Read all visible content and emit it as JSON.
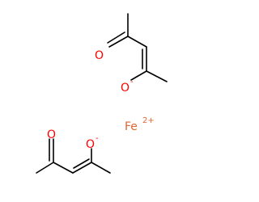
{
  "molecule": {
    "ligand_top": {
      "carbonyl_oxygen": {
        "symbol": "O"
      },
      "enolate_oxygen": {
        "symbol": "O",
        "charge": "-"
      }
    },
    "ligand_bottom": {
      "carbonyl_oxygen": {
        "symbol": "O"
      },
      "enolate_oxygen": {
        "symbol": "O",
        "charge": "-"
      }
    },
    "metal_ion": {
      "symbol": "Fe",
      "charge": "2+"
    }
  },
  "colors": {
    "oxygen": "#ff0000",
    "iron": "#e06633",
    "bond": "#000000",
    "background": "#ffffff"
  }
}
